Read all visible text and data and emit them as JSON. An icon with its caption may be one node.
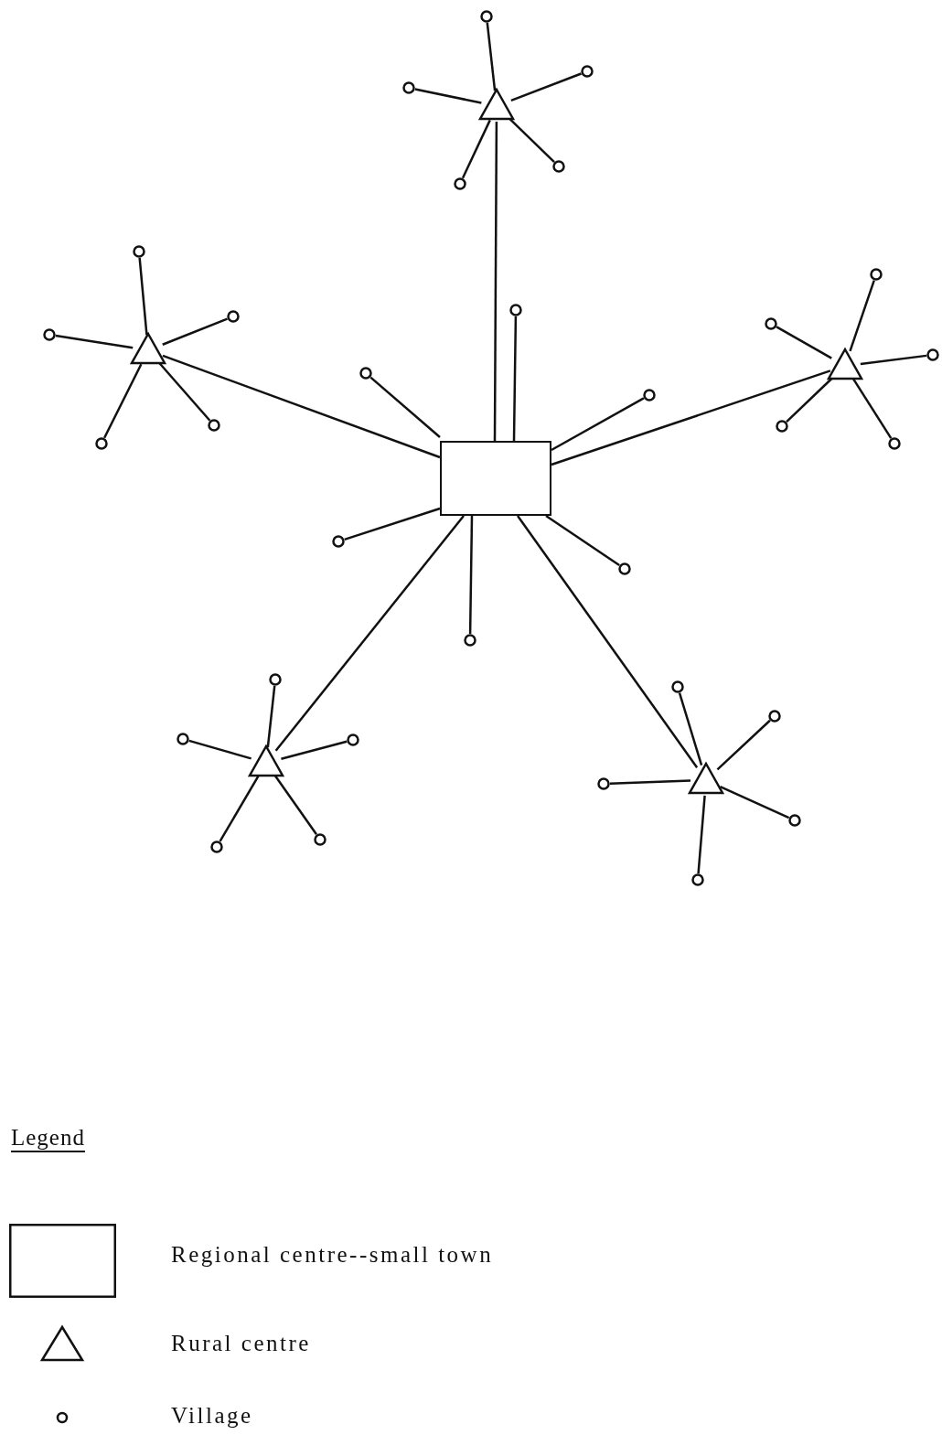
{
  "diagram": {
    "nodes": [
      {
        "text": [],
        "shape": "box"
      },
      {
        "text": [],
        "shape": "triangle"
      },
      {
        "text": [],
        "shape": "triangle"
      },
      {
        "text": [],
        "shape": "triangle"
      },
      {
        "text": [],
        "shape": "triangle"
      },
      {
        "text": [],
        "shape": "triangle"
      },
      {
        "text": [],
        "shape": "circle"
      },
      {
        "text": [],
        "shape": "circle"
      },
      {
        "text": [],
        "shape": "circle"
      },
      {
        "text": [],
        "shape": "circle"
      },
      {
        "text": [],
        "shape": "circle"
      },
      {
        "text": [],
        "shape": "circle"
      },
      {
        "text": [],
        "shape": "circle"
      },
      {
        "text": [],
        "shape": "circle"
      },
      {
        "text": [],
        "shape": "circle"
      },
      {
        "text": [],
        "shape": "circle"
      },
      {
        "text": [],
        "shape": "circle"
      },
      {
        "text": [],
        "shape": "circle"
      },
      {
        "text": [],
        "shape": "circle"
      },
      {
        "text": [],
        "shape": "circle"
      },
      {
        "text": [],
        "shape": "circle"
      },
      {
        "text": [],
        "shape": "circle"
      },
      {
        "text": [],
        "shape": "circle"
      },
      {
        "text": [],
        "shape": "circle"
      },
      {
        "text": [],
        "shape": "circle"
      },
      {
        "text": [],
        "shape": "circle"
      },
      {
        "text": [],
        "shape": "circle"
      },
      {
        "text": [],
        "shape": "circle"
      },
      {
        "text": [],
        "shape": "circle"
      },
      {
        "text": [],
        "shape": "circle"
      },
      {
        "text": [],
        "shape": "circle"
      },
      {
        "text": [],
        "shape": "circle"
      },
      {
        "text": [],
        "shape": "circle"
      },
      {
        "text": [],
        "shape": "circle"
      },
      {
        "text": [],
        "shape": "circle"
      },
      {
        "text": [],
        "shape": "circle"
      },
      {
        "text": [],
        "shape": "circle"
      }
    ],
    "edges": [
      {
        "from": 0,
        "to": 1,
        "arrow": "none"
      },
      {
        "from": 0,
        "to": 2,
        "arrow": "none"
      },
      {
        "from": 0,
        "to": 3,
        "arrow": "none"
      },
      {
        "from": 0,
        "to": 4,
        "arrow": "none"
      },
      {
        "from": 0,
        "to": 5,
        "arrow": "none"
      },
      {
        "from": 0,
        "to": 6,
        "arrow": "none"
      },
      {
        "from": 0,
        "to": 7,
        "arrow": "none"
      },
      {
        "from": 0,
        "to": 8,
        "arrow": "none"
      },
      {
        "from": 0,
        "to": 9,
        "arrow": "none"
      },
      {
        "from": 0,
        "to": 10,
        "arrow": "none"
      },
      {
        "from": 0,
        "to": 11,
        "arrow": "none"
      },
      {
        "from": 1,
        "to": 12,
        "arrow": "none"
      },
      {
        "from": 1,
        "to": 13,
        "arrow": "none"
      },
      {
        "from": 1,
        "to": 14,
        "arrow": "none"
      },
      {
        "from": 1,
        "to": 15,
        "arrow": "none"
      },
      {
        "from": 1,
        "to": 16,
        "arrow": "none"
      },
      {
        "from": 2,
        "to": 17,
        "arrow": "none"
      },
      {
        "from": 2,
        "to": 18,
        "arrow": "none"
      },
      {
        "from": 2,
        "to": 19,
        "arrow": "none"
      },
      {
        "from": 2,
        "to": 20,
        "arrow": "none"
      },
      {
        "from": 2,
        "to": 21,
        "arrow": "none"
      },
      {
        "from": 3,
        "to": 22,
        "arrow": "none"
      },
      {
        "from": 3,
        "to": 23,
        "arrow": "none"
      },
      {
        "from": 3,
        "to": 24,
        "arrow": "none"
      },
      {
        "from": 3,
        "to": 25,
        "arrow": "none"
      },
      {
        "from": 3,
        "to": 26,
        "arrow": "none"
      },
      {
        "from": 4,
        "to": 27,
        "arrow": "none"
      },
      {
        "from": 4,
        "to": 28,
        "arrow": "none"
      },
      {
        "from": 4,
        "to": 29,
        "arrow": "none"
      },
      {
        "from": 4,
        "to": 30,
        "arrow": "none"
      },
      {
        "from": 4,
        "to": 31,
        "arrow": "none"
      },
      {
        "from": 5,
        "to": 32,
        "arrow": "none"
      },
      {
        "from": 5,
        "to": 33,
        "arrow": "none"
      },
      {
        "from": 5,
        "to": 34,
        "arrow": "none"
      },
      {
        "from": 5,
        "to": 35,
        "arrow": "none"
      },
      {
        "from": 5,
        "to": 36,
        "arrow": "none"
      }
    ],
    "labels": [
      "Legend"
    ],
    "legend": [
      {
        "text": "Regional centre--small town"
      },
      {
        "text": "Rural centre"
      },
      {
        "text": "Village"
      }
    ]
  }
}
